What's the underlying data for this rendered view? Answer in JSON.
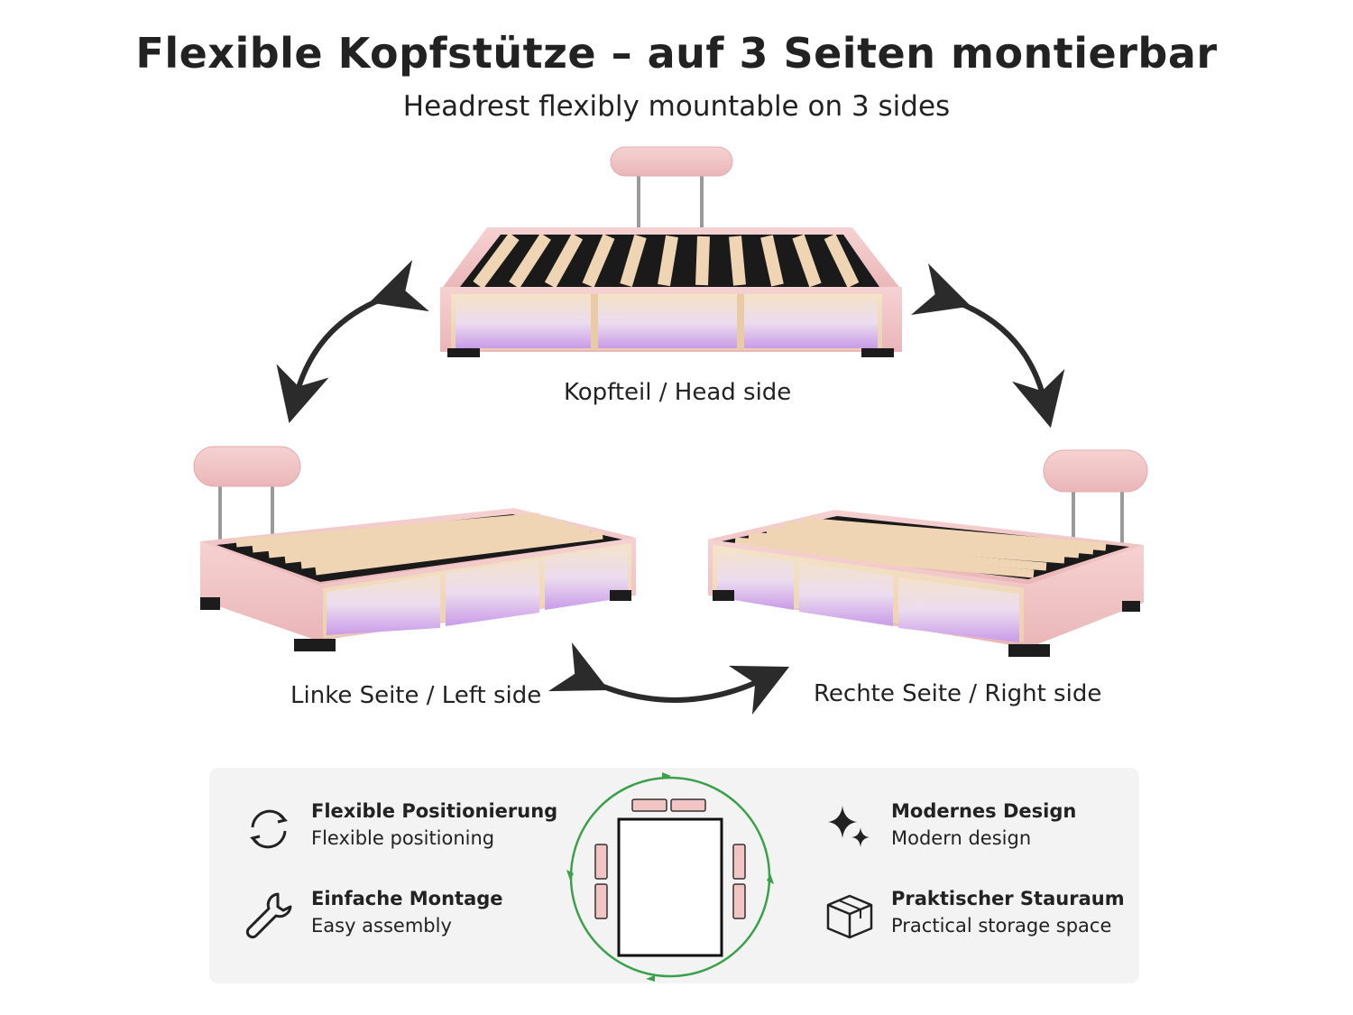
{
  "header": {
    "title": "Flexible Kopfstütze – auf 3 Seiten montierbar",
    "subtitle": "Headrest flexibly mountable on 3 sides"
  },
  "positions": {
    "head": "Kopfteil / Head side",
    "left": "Linke Seite / Left side",
    "right": "Rechte Seite / Right side"
  },
  "features": [
    {
      "title": "Flexible Positionierung",
      "subtitle": "Flexible positioning",
      "icon": "rotate-arrows-icon"
    },
    {
      "title": "Einfache Montage",
      "subtitle": "Easy assembly",
      "icon": "wrench-icon"
    },
    {
      "title": "Modernes Design",
      "subtitle": "Modern design",
      "icon": "sparkle-icon"
    },
    {
      "title": "Praktischer Stauraum",
      "subtitle": "Practical storage space",
      "icon": "box-icon"
    }
  ],
  "colors": {
    "upholstery": "#f2c4c4",
    "wood": "#f1dcc0",
    "accent_green": "#3aa14a",
    "arrow": "#2b2b2b",
    "panel": "#f3f3f3"
  }
}
